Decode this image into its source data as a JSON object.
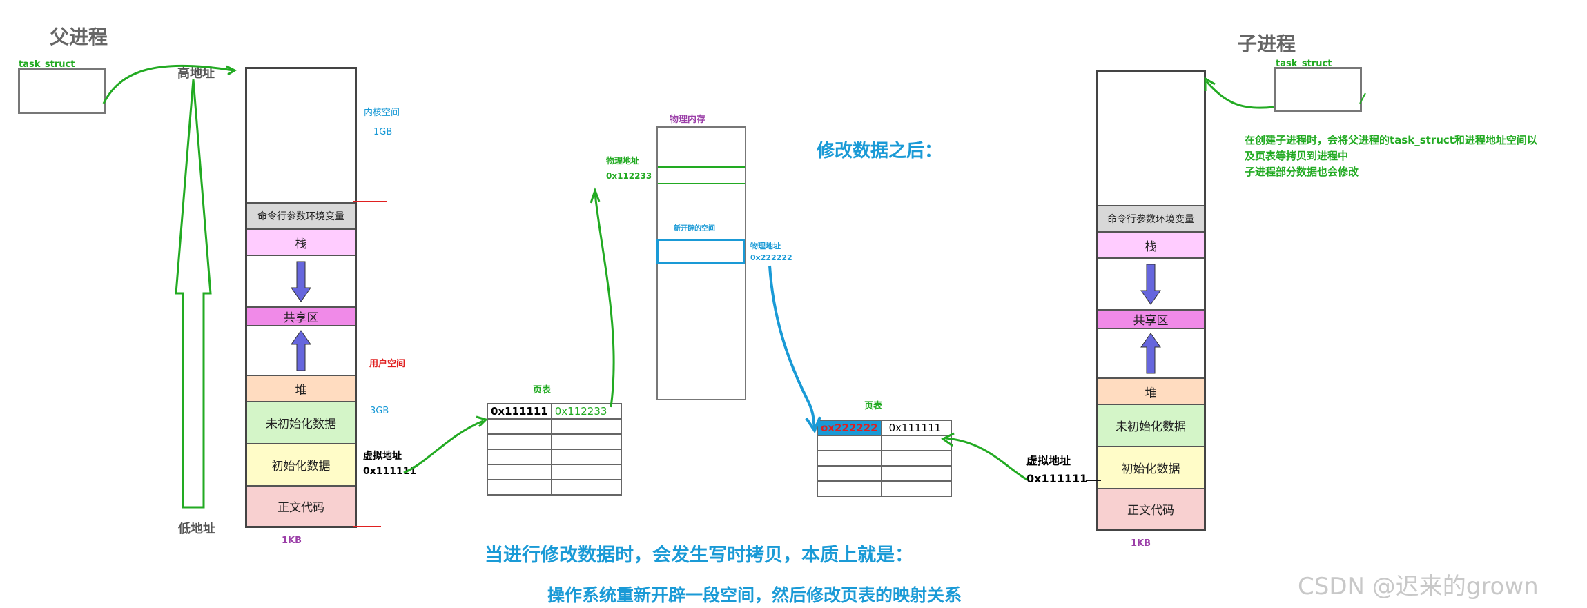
{
  "parent": {
    "title": "父进程",
    "task_struct_label": "task_struct",
    "high_addr": "高地址",
    "low_addr": "低地址",
    "kernel_space": "内核空间",
    "kernel_size": "1GB",
    "user_space": "用户空间",
    "user_size": "3GB",
    "segments": [
      "命令行参数环境变量",
      "栈",
      "共享区",
      "堆",
      "未初始化数据",
      "初始化数据",
      "正文代码"
    ],
    "bottom_label": "1KB",
    "virtual_addr_label": "虚拟地址",
    "virtual_addr_value": "0x111111"
  },
  "parent_page_table": {
    "title": "页表",
    "row1_virtual": "0x111111",
    "row1_physical": "0x112233"
  },
  "physical_memory": {
    "title": "物理内存",
    "addr_label_1": "物理地址",
    "addr_value_1": "0x112233",
    "new_space_label": "新开辟的空间",
    "addr_label_2": "物理地址",
    "addr_value_2": "0x222222"
  },
  "after_modify": "修改数据之后：",
  "child_page_table": {
    "title": "页表",
    "row1_physical": "ox222222",
    "row1_virtual": "0x111111"
  },
  "child": {
    "title": "子进程",
    "task_struct_label": "task_struct",
    "note_lines": [
      "在创建子进程时，会将父进程的task_struct和进程地址空间以",
      "及页表等拷贝到进程中",
      "子进程部分数据也会修改"
    ],
    "segments": [
      "命令行参数环境变量",
      "栈",
      "共享区",
      "堆",
      "未初始化数据",
      "初始化数据",
      "正文代码"
    ],
    "bottom_label": "1KB",
    "virtual_addr_label": "虚拟地址",
    "virtual_addr_value": "0x111111"
  },
  "bottom_text_1": "当进行修改数据时，会发生写时拷贝，本质上就是：",
  "bottom_text_2": "操作系统重新开辟一段空间，然后修改页表的映射关系",
  "watermark": "CSDN @迟来的grown",
  "colors": {
    "green_line": "#22aa22",
    "blue_line": "#1a9ad6",
    "arrow_fill": "#6666dd",
    "cmd_seg": "#d8d8d8",
    "stack_seg": "#ffccff",
    "shared_seg": "#f08ae8",
    "heap_seg": "#ffdcc0",
    "bss_seg": "#d4f5c8",
    "data_seg": "#fffcc8",
    "text_seg": "#f8d0d0"
  }
}
